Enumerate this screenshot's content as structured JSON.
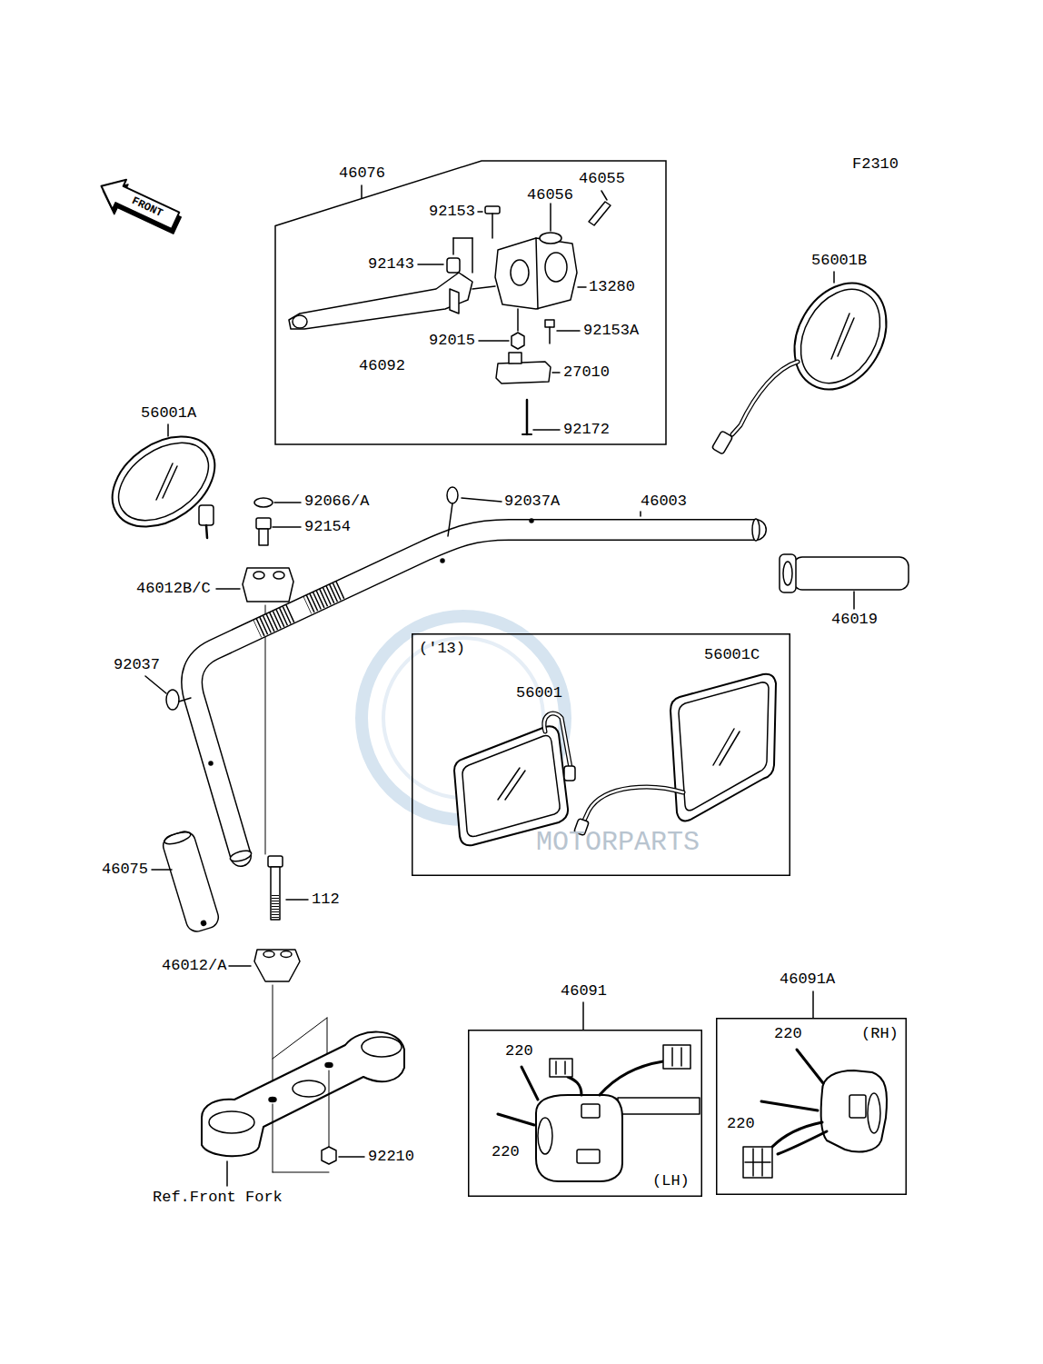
{
  "diagram": {
    "nodes": [
      {
        "text": [
          "46076",
          "46055",
          "46056",
          "92153",
          "92143",
          "13280",
          "92153A",
          "92015",
          "46092",
          "27010",
          "92172"
        ]
      },
      {
        "text": [
          "('13)",
          "56001C",
          "56001"
        ]
      },
      {
        "text": [
          "46091",
          "220",
          "220",
          "(LH)"
        ]
      },
      {
        "text": [
          "46091A",
          "220",
          "(RH)",
          "220"
        ]
      }
    ],
    "labels": [
      "F2310",
      "FRONT",
      "56001B",
      "56001A",
      "92066/A",
      "92037A",
      "46003",
      "92154",
      "46012B/C",
      "46019",
      "92037",
      "46075",
      "112",
      "46012/A",
      "92210",
      "Ref.Front Fork",
      "MOTORPARTS"
    ]
  }
}
